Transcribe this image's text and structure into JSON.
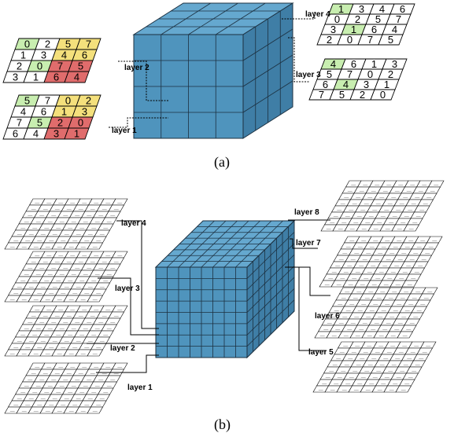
{
  "figure_a": {
    "caption": "(a)",
    "cube_size": 4,
    "colors": {
      "cube_front": "#4f94bd",
      "cube_top": "#65a8cf",
      "cube_side": "#3f7ea6",
      "grid_line": "#1c3040",
      "green": "#c8eeb0",
      "yellow": "#f4e07c",
      "red": "#e06c6c"
    },
    "layers": [
      {
        "label": "layer 1",
        "rows": [
          [
            "5",
            "7",
            "0",
            "2"
          ],
          [
            "4",
            "6",
            "1",
            "3"
          ],
          [
            "7",
            "5",
            "2",
            "0"
          ],
          [
            "6",
            "4",
            "3",
            "1"
          ]
        ],
        "colors": [
          [
            "g",
            "",
            "y",
            "y"
          ],
          [
            "",
            "",
            "y",
            "y"
          ],
          [
            "",
            "g",
            "r",
            "r"
          ],
          [
            "",
            "",
            "r",
            "r"
          ]
        ]
      },
      {
        "label": "layer 2",
        "rows": [
          [
            "0",
            "2",
            "5",
            "7"
          ],
          [
            "1",
            "3",
            "4",
            "6"
          ],
          [
            "2",
            "0",
            "7",
            "5"
          ],
          [
            "3",
            "1",
            "6",
            "4"
          ]
        ],
        "colors": [
          [
            "g",
            "",
            "y",
            "y"
          ],
          [
            "",
            "",
            "y",
            "y"
          ],
          [
            "",
            "g",
            "r",
            "r"
          ],
          [
            "",
            "",
            "r",
            "r"
          ]
        ]
      },
      {
        "label": "layer 3",
        "rows": [
          [
            "4",
            "6",
            "1",
            "3"
          ],
          [
            "5",
            "7",
            "0",
            "2"
          ],
          [
            "6",
            "4",
            "3",
            "1"
          ],
          [
            "7",
            "5",
            "2",
            "0"
          ]
        ],
        "colors": [
          [
            "g",
            "",
            "",
            ""
          ],
          [
            "",
            "",
            "",
            ""
          ],
          [
            "",
            "g",
            "",
            ""
          ],
          [
            "",
            "",
            "",
            ""
          ]
        ]
      },
      {
        "label": "layer 4",
        "rows": [
          [
            "1",
            "3",
            "4",
            "6"
          ],
          [
            "0",
            "2",
            "5",
            "7"
          ],
          [
            "3",
            "1",
            "6",
            "4"
          ],
          [
            "2",
            "0",
            "7",
            "5"
          ]
        ],
        "colors": [
          [
            "g",
            "",
            "",
            ""
          ],
          [
            "",
            "",
            "",
            ""
          ],
          [
            "",
            "g",
            "",
            ""
          ],
          [
            "",
            "",
            "",
            ""
          ]
        ]
      }
    ]
  },
  "figure_b": {
    "caption": "(b)",
    "cube_size": 8,
    "layer_labels": [
      "layer 1",
      "layer 2",
      "layer 3",
      "layer 4",
      "layer 5",
      "layer 6",
      "layer 7",
      "layer 8"
    ],
    "grid_size": 8
  }
}
